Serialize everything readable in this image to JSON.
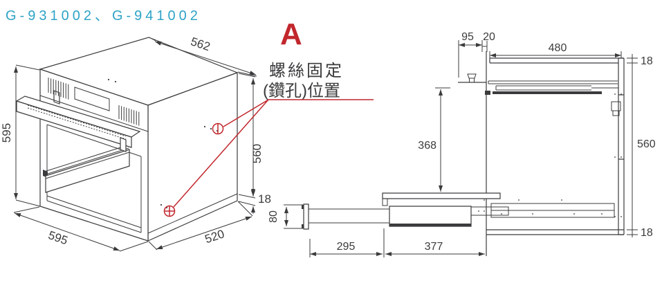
{
  "title": {
    "text": "G-931002、G-941002"
  },
  "colors": {
    "title_cyan": "#2EA3C6",
    "annotation_red": "#C1272D",
    "line_dark": "#3B3B3D"
  },
  "annotation_a": {
    "label": "A",
    "line1": "螺絲固定",
    "line2": "(鑽孔)位置",
    "marks": [
      {
        "name": "slotted-screw-mark"
      },
      {
        "name": "phillips-screw-mark"
      }
    ]
  },
  "isometric_view": {
    "dims": {
      "front_height": "595",
      "top_depth": "562",
      "rear_height": "560",
      "base_thickness": "18",
      "front_width": "595",
      "bottom_depth": "520"
    }
  },
  "side_view": {
    "dims": {
      "counter_offset": "95",
      "front_gap": "20",
      "top_depth": "480",
      "top_panel_thickness": "18",
      "opening_height": "368",
      "carcase_height": "560",
      "bottom_panel_thickness": "18",
      "drawer_front_height": "80",
      "pullout_extension": "295",
      "inner_depth": "377"
    }
  }
}
